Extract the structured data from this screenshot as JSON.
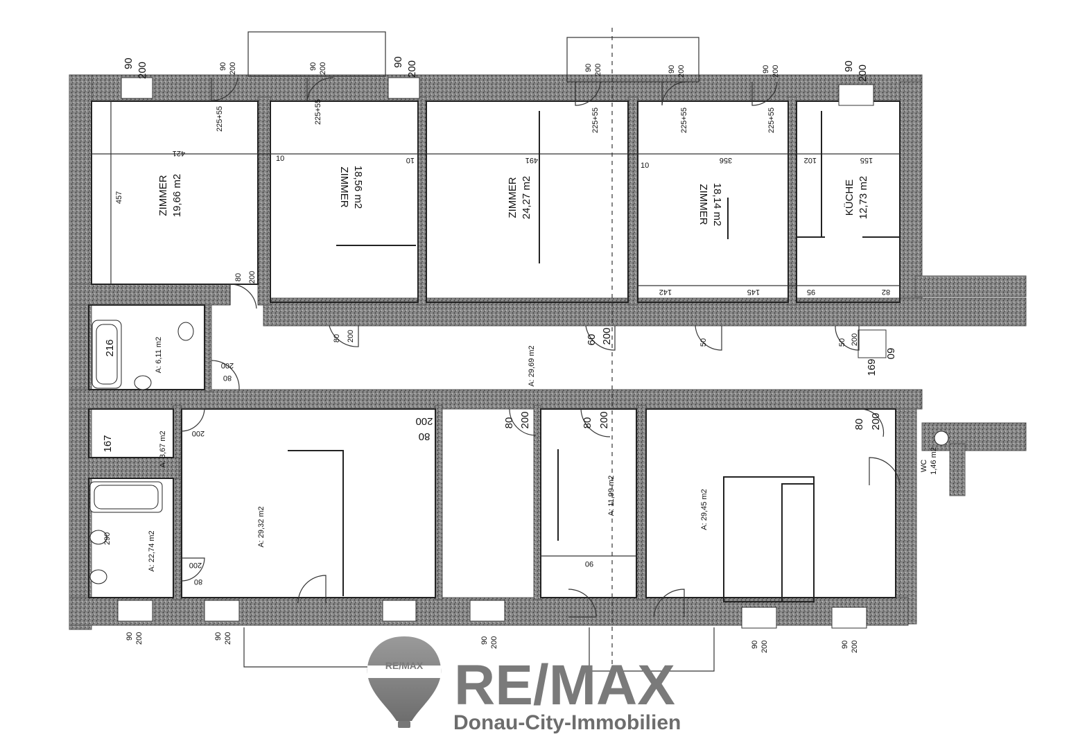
{
  "rooms": {
    "zimmer1": {
      "name": "ZIMMER",
      "area": "19,66 m2",
      "dim": "457",
      "top_dim": "421"
    },
    "zimmer2": {
      "name": "ZIMMER",
      "area": "18,56 m2"
    },
    "zimmer3": {
      "name": "ZIMMER",
      "area": "24,27 m2",
      "top_dim": "491"
    },
    "zimmer4": {
      "name": "ZIMMER",
      "area": "18,14 m2",
      "top_dim": "356"
    },
    "kueche": {
      "name": "KÜCHE",
      "area": "12,73 m2",
      "top_dim": "155"
    },
    "bath_top": {
      "area": "A: 6,11 m2",
      "dim": "216"
    },
    "corridor": {
      "area": "A: 29,69 m2",
      "dim": "169",
      "dim2": "60"
    },
    "small_room": {
      "area": "A: 3,67 m2",
      "dim": "167"
    },
    "bath_bottom": {
      "area": "A: 22,74 m2",
      "dim": "290"
    },
    "room_bl": {
      "area": "A: 29,32 m2"
    },
    "room_mid": {
      "area": "A: 11,99 m2"
    },
    "room_br": {
      "area": "A: 29,45 m2"
    },
    "wc": {
      "name": "WC",
      "area": "1,46 m2"
    }
  },
  "dimensions": {
    "window_w": "90",
    "window_h": "200",
    "door_w80": "80",
    "door_w60": "60",
    "door_w50": "50",
    "door_h": "200",
    "sill": "225+55",
    "wall10": "10",
    "d142": "142",
    "d145": "145",
    "d95": "95",
    "d82": "82",
    "d90": "90",
    "d102": "102"
  },
  "logo": {
    "brand": "RE/MAX",
    "balloon_text": "RE/MAX",
    "tagline": "Donau-City-Immobilien"
  }
}
